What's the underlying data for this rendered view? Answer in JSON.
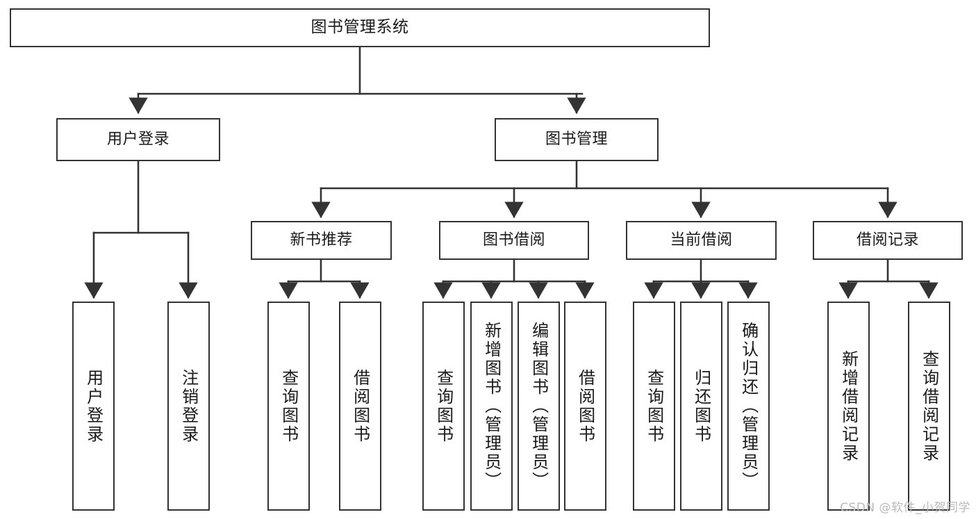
{
  "diagram": {
    "type": "tree-hierarchy",
    "title": "图书管理系统",
    "watermark": "CSDN @软件_小贺同学",
    "line_color": "#333333",
    "box_fill": "#ffffff",
    "nodes": {
      "root": {
        "label": "图书管理系统"
      },
      "level2": [
        {
          "id": "user-login",
          "label": "用户登录"
        },
        {
          "id": "book-manage",
          "label": "图书管理"
        }
      ],
      "level3": [
        {
          "id": "new-book-recommend",
          "label": "新书推荐"
        },
        {
          "id": "book-borrow",
          "label": "图书借阅"
        },
        {
          "id": "current-borrow",
          "label": "当前借阅"
        },
        {
          "id": "borrow-record",
          "label": "借阅记录"
        }
      ],
      "leaves": {
        "user-login": [
          {
            "id": "leaf-user-login",
            "label": "用户登录"
          },
          {
            "id": "leaf-logout-login",
            "label": "注销登录"
          }
        ],
        "new-book-recommend": [
          {
            "id": "leaf-query-book-1",
            "label": "查询图书"
          },
          {
            "id": "leaf-borrow-book-1",
            "label": "借阅图书"
          }
        ],
        "book-borrow": [
          {
            "id": "leaf-query-book-2",
            "label": "查询图书"
          },
          {
            "id": "leaf-add-book",
            "label": "新增图书（管理员）"
          },
          {
            "id": "leaf-edit-book",
            "label": "编辑图书（管理员）"
          },
          {
            "id": "leaf-borrow-book-2",
            "label": "借阅图书"
          }
        ],
        "current-borrow": [
          {
            "id": "leaf-query-book-3",
            "label": "查询图书"
          },
          {
            "id": "leaf-return-book",
            "label": "归还图书"
          },
          {
            "id": "leaf-confirm-return",
            "label": "确认归还（管理员）"
          }
        ],
        "borrow-record": [
          {
            "id": "leaf-add-record",
            "label": "新增借阅记录"
          },
          {
            "id": "leaf-query-record",
            "label": "查询借阅记录"
          }
        ]
      }
    }
  }
}
